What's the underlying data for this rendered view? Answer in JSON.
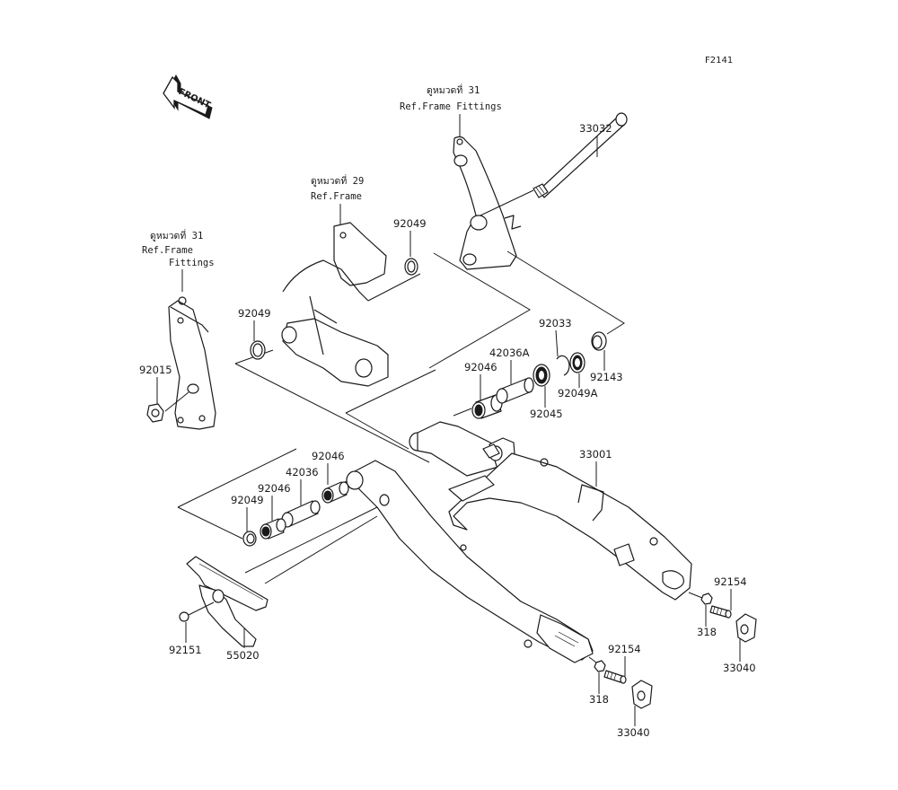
{
  "diagram": {
    "figure_code": "F2141",
    "front_arrow": {
      "label": "FRONT",
      "icon": "front-arrow-icon"
    },
    "references": [
      {
        "id": "ref-right-fittings",
        "line1": "ดูหมวดที่ 31",
        "line2": "Ref.Frame Fittings",
        "line3": ""
      },
      {
        "id": "ref-frame",
        "line1": "ดูหมวดที่ 29",
        "line2": "Ref.Frame",
        "line3": ""
      },
      {
        "id": "ref-left-fittings",
        "line1": "ดูหมวดที่ 31",
        "line2": "Ref.Frame",
        "line3": "Fittings"
      }
    ],
    "parts": [
      {
        "number": "33032",
        "name": "swingarm-pivot-shaft"
      },
      {
        "number": "92049",
        "name": "oil-seal-upper"
      },
      {
        "number": "92049",
        "name": "oil-seal-left"
      },
      {
        "number": "92015",
        "name": "nut"
      },
      {
        "number": "92033",
        "name": "circlip"
      },
      {
        "number": "92143",
        "name": "collar"
      },
      {
        "number": "42036A",
        "name": "sleeve-right"
      },
      {
        "number": "92046",
        "name": "needle-bearing-right"
      },
      {
        "number": "92049A",
        "name": "oil-seal-right"
      },
      {
        "number": "92045",
        "name": "ball-bearing"
      },
      {
        "number": "33001",
        "name": "swingarm"
      },
      {
        "number": "92046",
        "name": "needle-bearing-left-inner"
      },
      {
        "number": "42036",
        "name": "sleeve-left"
      },
      {
        "number": "92046",
        "name": "needle-bearing-left-outer"
      },
      {
        "number": "92049",
        "name": "oil-seal-lower"
      },
      {
        "number": "92151",
        "name": "bolt"
      },
      {
        "number": "55020",
        "name": "chain-guide"
      },
      {
        "number": "92154",
        "name": "adjuster-bolt-right"
      },
      {
        "number": "318",
        "name": "nut-right"
      },
      {
        "number": "33040",
        "name": "chain-adjuster-right"
      },
      {
        "number": "92154",
        "name": "adjuster-bolt-left"
      },
      {
        "number": "318",
        "name": "nut-left"
      },
      {
        "number": "33040",
        "name": "chain-adjuster-left"
      }
    ]
  }
}
